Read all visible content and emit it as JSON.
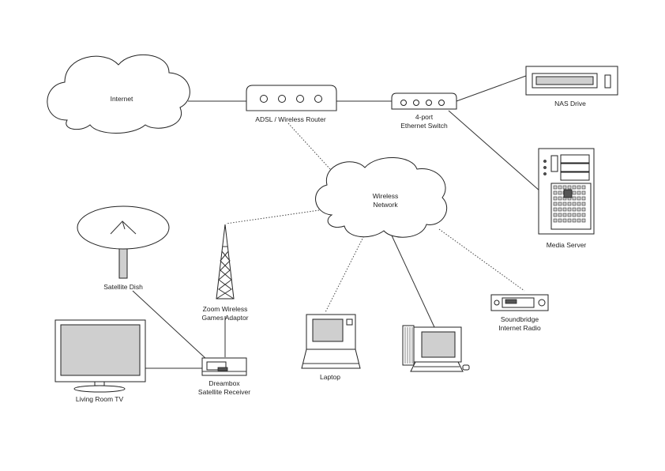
{
  "nodes": {
    "internet": "Internet",
    "router": "ADSL / Wireless Router",
    "switch_line1": "4-port",
    "switch_line2": "Ethernet Switch",
    "nas": "NAS Drive",
    "wireless_line1": "Wireless",
    "wireless_line2": "Network",
    "media_server": "Media Server",
    "satellite_dish": "Satellite Dish",
    "zoom_line1": "Zoom Wireless",
    "zoom_line2": "Games Adaptor",
    "soundbridge_line1": "Soundbridge",
    "soundbridge_line2": "Internet Radio",
    "laptop": "Laptop",
    "tv": "Living Room TV",
    "dreambox_line1": "Dreambox",
    "dreambox_line2": "Satellite Receiver"
  }
}
